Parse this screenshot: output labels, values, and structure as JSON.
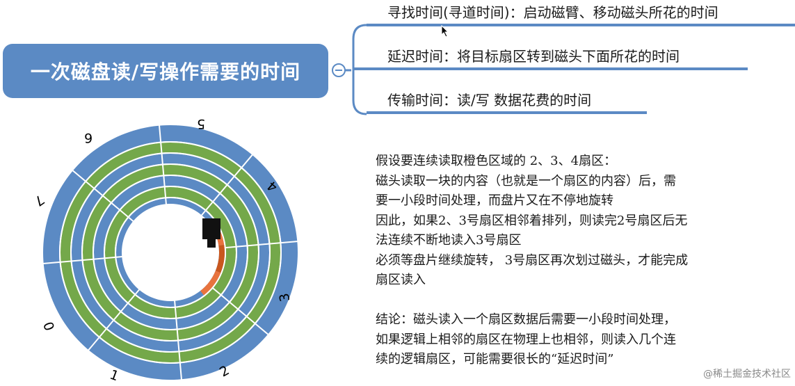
{
  "mindmap": {
    "root_label": "一次磁盘读/写操作需要的时间",
    "branches": [
      "寻找时间(寻道时间)：启动磁臂、移动磁头所花的时间",
      "延迟时间：将目标扇区转到磁头下面所花的时间",
      "传输时间：读/写 数据花费的时间"
    ]
  },
  "disk": {
    "sector_numbers": [
      "0",
      "1",
      "2",
      "3",
      "4",
      "5",
      "6",
      "7"
    ],
    "colors": {
      "blue_track": "#5b8ac4",
      "green_track": "#74a84a",
      "orange_sector": "#e8733e",
      "dark_orange_sector": "#c9571e",
      "head": "#111111"
    }
  },
  "explanation": {
    "paragraph1": [
      "假设要连续读取橙色区域的 2、3、4扇区：",
      "磁头读取一块的内容（也就是一个扇区的内容）后，需",
      "要一小段时间处理，而盘片又在不停地旋转",
      "因此，如果2、3号扇区相邻着排列，则读完2号扇区后无",
      "法连续不断地读入3号扇区",
      "必须等盘片继续旋转， 3号扇区再次划过磁头，才能完成",
      "扇区读入"
    ],
    "paragraph2": [
      "结论：磁头读入一个扇区数据后需要一小段时间处理，",
      "如果逻辑上相邻的扇区在物理上也相邻，则读入几个连",
      "续的逻辑扇区，可能需要很长的“延迟时间”"
    ]
  },
  "watermark": "@稀土掘金技术社区"
}
